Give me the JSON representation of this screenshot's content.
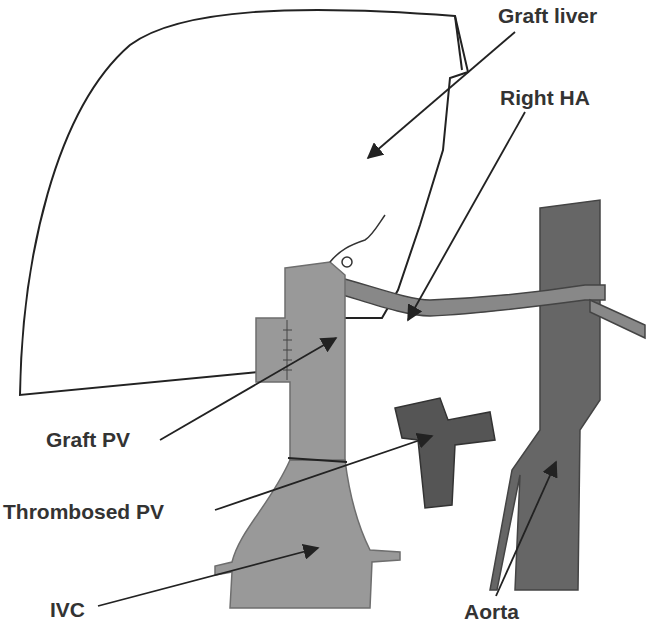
{
  "diagram": {
    "labels": [
      "Graft liver",
      "Right HA",
      "Graft PV",
      "Thrombosed PV",
      "IVC",
      "Aorta"
    ]
  }
}
